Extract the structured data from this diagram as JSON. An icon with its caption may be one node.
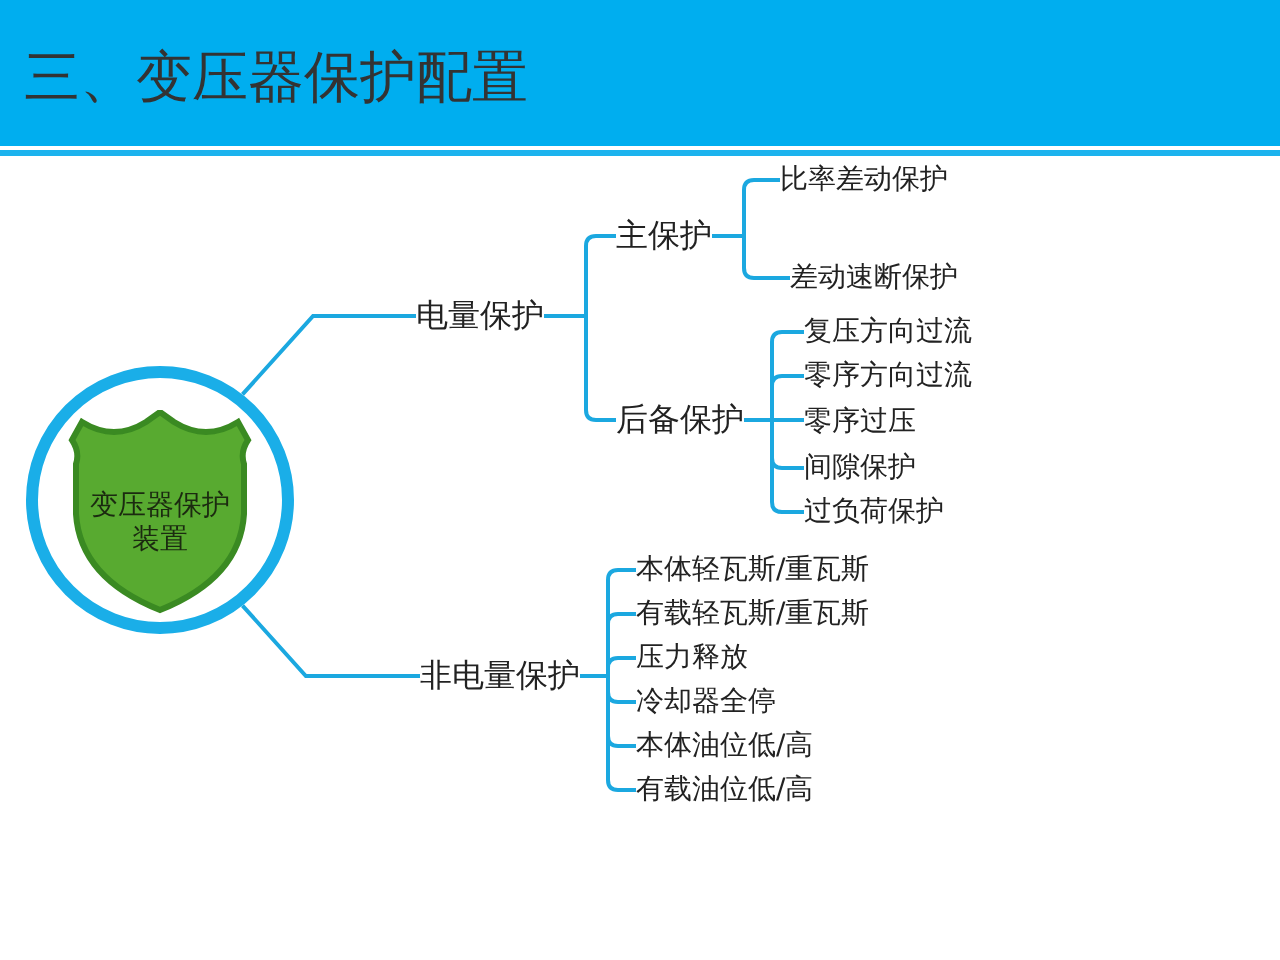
{
  "diagram": {
    "title": "三、变压器保护配置",
    "nodes": [
      {
        "text": [
          "变压器保护装置"
        ]
      },
      {
        "text": [
          "电量保护"
        ]
      },
      {
        "text": [
          "主保护"
        ]
      },
      {
        "text": [
          "比率差动保护"
        ]
      },
      {
        "text": [
          "差动速断保护"
        ]
      },
      {
        "text": [
          "后备保护"
        ]
      },
      {
        "text": [
          "复压方向过流"
        ]
      },
      {
        "text": [
          "零序方向过流"
        ]
      },
      {
        "text": [
          "零序过压"
        ]
      },
      {
        "text": [
          "间隙保护"
        ]
      },
      {
        "text": [
          "过负荷保护"
        ]
      },
      {
        "text": [
          "非电量保护"
        ]
      },
      {
        "text": [
          "本体轻瓦斯/重瓦斯"
        ]
      },
      {
        "text": [
          "有载轻瓦斯/重瓦斯"
        ]
      },
      {
        "text": [
          "压力释放"
        ]
      },
      {
        "text": [
          "冷却器全停"
        ]
      },
      {
        "text": [
          "本体油位低/高"
        ]
      },
      {
        "text": [
          "有载油位低/高"
        ]
      }
    ],
    "edges": [
      {
        "from": 0,
        "to": 1,
        "arrow": "none"
      },
      {
        "from": 0,
        "to": 11,
        "arrow": "none"
      },
      {
        "from": 1,
        "to": 2,
        "arrow": "none"
      },
      {
        "from": 1,
        "to": 5,
        "arrow": "none"
      },
      {
        "from": 2,
        "to": 3,
        "arrow": "none"
      },
      {
        "from": 2,
        "to": 4,
        "arrow": "none"
      },
      {
        "from": 5,
        "to": 6,
        "arrow": "none"
      },
      {
        "from": 5,
        "to": 7,
        "arrow": "none"
      },
      {
        "from": 5,
        "to": 8,
        "arrow": "none"
      },
      {
        "from": 5,
        "to": 9,
        "arrow": "none"
      },
      {
        "from": 5,
        "to": 10,
        "arrow": "none"
      },
      {
        "from": 11,
        "to": 12,
        "arrow": "none"
      },
      {
        "from": 11,
        "to": 13,
        "arrow": "none"
      },
      {
        "from": 11,
        "to": 14,
        "arrow": "none"
      },
      {
        "from": 11,
        "to": 15,
        "arrow": "none"
      },
      {
        "from": 11,
        "to": 16,
        "arrow": "none"
      },
      {
        "from": 11,
        "to": 17,
        "arrow": "none"
      }
    ]
  }
}
